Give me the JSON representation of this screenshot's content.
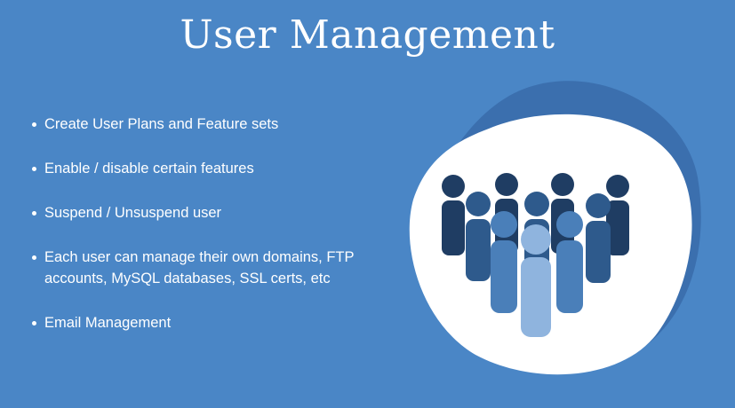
{
  "slide": {
    "title": "User Management",
    "bullets": [
      "Create User Plans and Feature sets",
      "Enable / disable certain features",
      "Suspend / Unsuspend user",
      "Each user can manage their own domains, FTP accounts, MySQL databases, SSL certs, etc",
      "Email Management"
    ],
    "illustration_icon": "user-group-icon"
  },
  "colors": {
    "background": "#4a86c6",
    "blob_dark": "#3b6fae",
    "blob_white": "#ffffff",
    "person_dark": "#1f3d63",
    "person_mid": "#2e5a8c",
    "person_light": "#4a7fb9",
    "person_lightest": "#8fb4de"
  }
}
